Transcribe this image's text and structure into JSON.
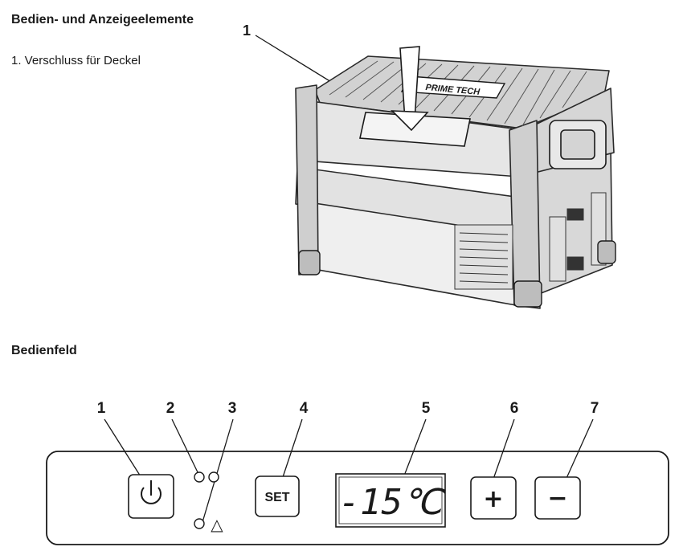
{
  "section1": {
    "heading": "Bedien- und Anzeigeelemente",
    "item": "1. Verschluss für Deckel",
    "callout": "1",
    "lid_logo": "PRIME TECH"
  },
  "section2": {
    "heading": "Bedienfeld",
    "numbers": [
      "1",
      "2",
      "3",
      "4",
      "5",
      "6",
      "7"
    ],
    "set_label": "SET",
    "display_value": "-15℃",
    "plus_label": "+",
    "minus_label": "−",
    "triangle_glyph": "△"
  }
}
